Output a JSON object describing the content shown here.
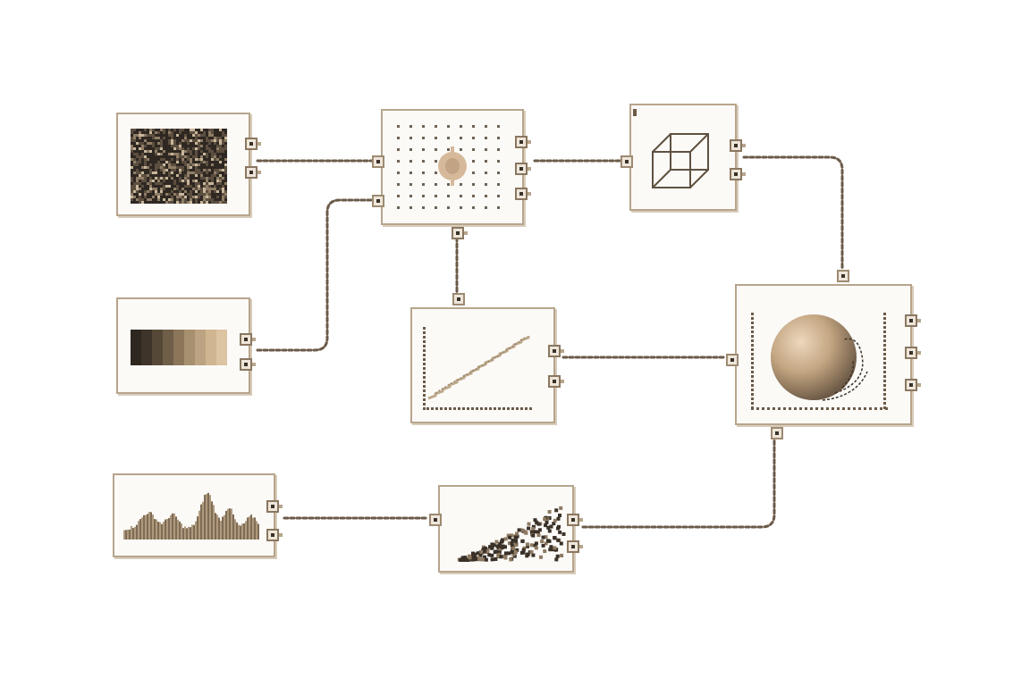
{
  "palette": {
    "wire": "#6b5a48",
    "frame": "#b7a58c",
    "dark": "#3a3128",
    "light": "#dcc3a2",
    "dot": "#6e6254"
  },
  "nodes": [
    {
      "id": "noise-texture",
      "visual": "noise-icon"
    },
    {
      "id": "gradient-ramp",
      "visual": "gradient-swatch-icon",
      "swatches": [
        "#2e2720",
        "#3e342a",
        "#564837",
        "#6f5e48",
        "#8b7659",
        "#a6906f",
        "#bca382",
        "#d0b690",
        "#dcc3a2"
      ]
    },
    {
      "id": "waveform",
      "visual": "waveform-icon"
    },
    {
      "id": "particle-grid",
      "visual": "dot-grid-icon"
    },
    {
      "id": "line-graph",
      "visual": "line-graph-icon"
    },
    {
      "id": "scatter",
      "visual": "scatter-icon"
    },
    {
      "id": "wireframe-cube",
      "visual": "cube-icon"
    },
    {
      "id": "sphere-render",
      "visual": "sphere-icon"
    }
  ],
  "connections": [
    {
      "from": "noise-texture",
      "to": "particle-grid"
    },
    {
      "from": "gradient-ramp",
      "to": "particle-grid"
    },
    {
      "from": "particle-grid",
      "to": "wireframe-cube"
    },
    {
      "from": "particle-grid",
      "to": "line-graph"
    },
    {
      "from": "wireframe-cube",
      "to": "sphere-render"
    },
    {
      "from": "line-graph",
      "to": "sphere-render"
    },
    {
      "from": "waveform",
      "to": "scatter"
    },
    {
      "from": "scatter",
      "to": "sphere-render"
    }
  ]
}
